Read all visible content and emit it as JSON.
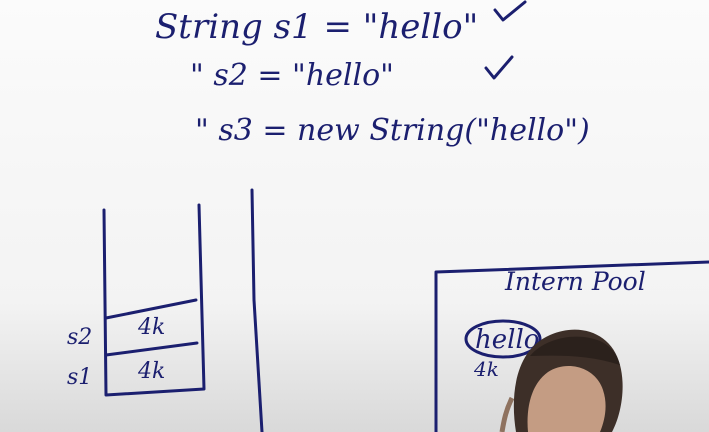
{
  "code_lines": [
    {
      "text": "String s1 = \"hello\""
    },
    {
      "text": "\"   s2 = \"hello\""
    },
    {
      "text": "\"   s3 = new String(\"hello\")"
    }
  ],
  "stack": {
    "cells": [
      {
        "var": "s2",
        "value": "4k"
      },
      {
        "var": "s1",
        "value": "4k"
      }
    ]
  },
  "pool": {
    "title": "Intern Pool",
    "item": "hello",
    "address": "4k"
  },
  "colors": {
    "ink": "#1b1f6f"
  }
}
